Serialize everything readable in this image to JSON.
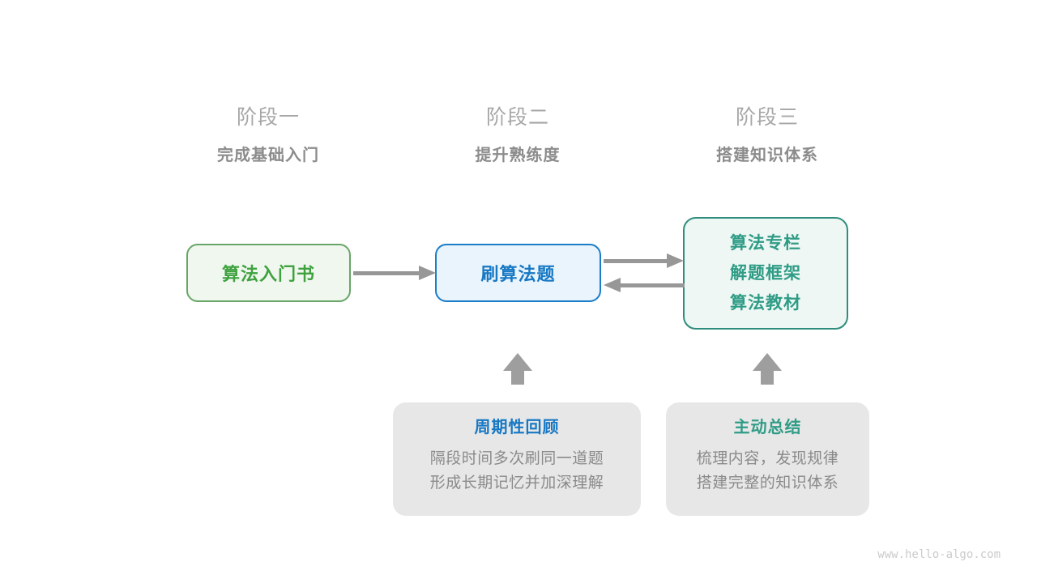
{
  "stages": [
    {
      "title": "阶段一",
      "subtitle": "完成基础入门"
    },
    {
      "title": "阶段二",
      "subtitle": "提升熟练度"
    },
    {
      "title": "阶段三",
      "subtitle": "搭建知识体系"
    }
  ],
  "nodes": {
    "intro_book": {
      "label": "算法入门书"
    },
    "practice": {
      "label": "刷算法题"
    },
    "resources": {
      "lines": [
        "算法专栏",
        "解题框架",
        "算法教材"
      ]
    }
  },
  "callouts": {
    "review": {
      "title": "周期性回顾",
      "lines": [
        "隔段时间多次刷同一道题",
        "形成长期记忆并加深理解"
      ]
    },
    "summary": {
      "title": "主动总结",
      "lines": [
        "梳理内容，发现规律",
        "搭建完整的知识体系"
      ]
    }
  },
  "watermark": "www.hello-algo.com",
  "colors": {
    "green_border": "#68a668",
    "green_bg": "#f0f7ef",
    "green_text": "#3fa23f",
    "blue_border": "#1a7dc8",
    "blue_bg": "#eaf4fc",
    "blue_text": "#1778c4",
    "teal_border": "#2f8d7d",
    "teal_bg": "#eef7f3",
    "teal_text": "#2f9c86",
    "gray_bg": "#e7e7e7",
    "body_text": "#8a8a8a",
    "stage_title": "#a7a7a7",
    "stage_subtitle": "#8c8c8c",
    "arrow": "#979797",
    "up_arrow": "#9e9e9e",
    "watermark": "#cbcbcb"
  }
}
